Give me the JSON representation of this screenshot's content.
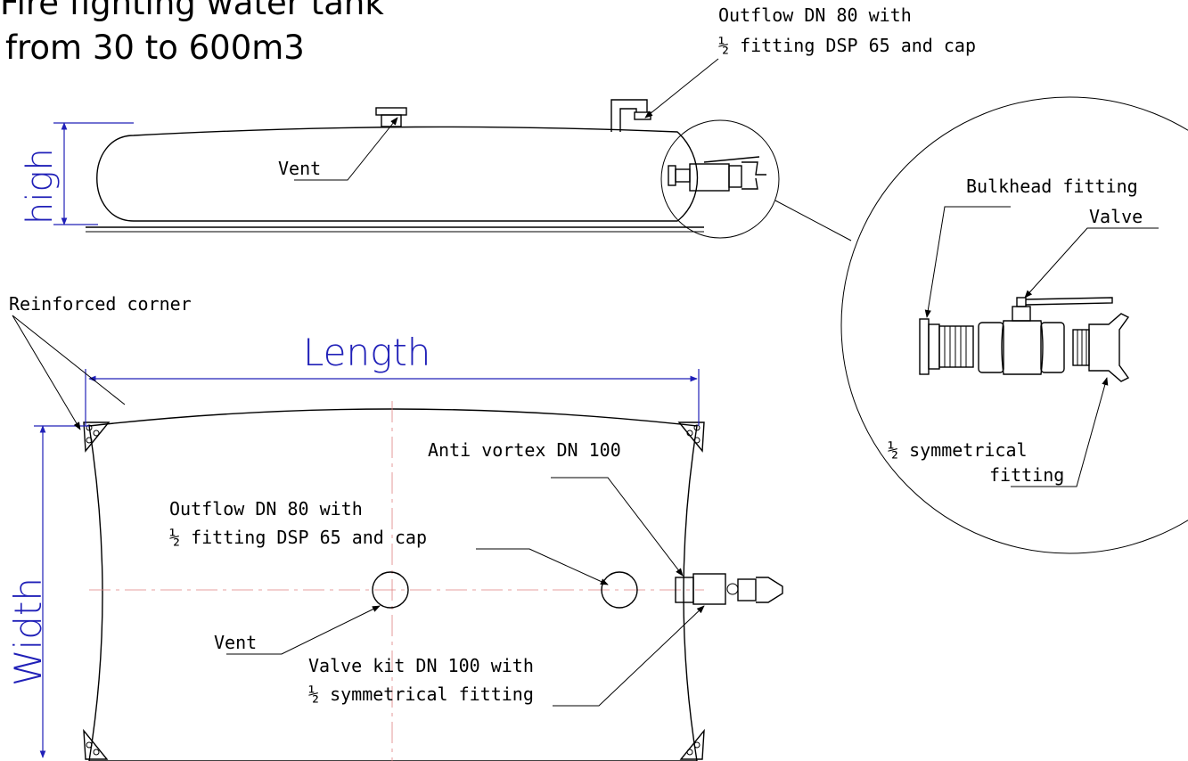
{
  "title": {
    "line1": "Fire fighting water tank",
    "line2": "from 30 to 600m3"
  },
  "side_view": {
    "outflow_label": {
      "line1": "Outflow DN 80 with",
      "line2": "½ fitting DSP 65 and cap"
    },
    "vent_label": "Vent",
    "height_dim_label": "high"
  },
  "detail": {
    "bulkhead_label": "Bulkhead fitting",
    "valve_label": "Valve",
    "sym_fitting_label": {
      "line1": "½ symmetrical",
      "line2": "fitting"
    }
  },
  "top_view": {
    "reinforced_corner_label": "Reinforced corner",
    "length_dim_label": "Length",
    "width_dim_label": "Width",
    "anti_vortex_label": "Anti vortex DN 100",
    "outflow_label": {
      "line1": "Outflow DN 80 with",
      "line2": "½ fitting DSP 65 and cap"
    },
    "vent_label": "Vent",
    "valve_kit_label": {
      "line1": "Valve kit DN 100 with",
      "line2": "½ symmetrical fitting"
    }
  },
  "colors": {
    "line": "#000000",
    "dimension": "#2020b8",
    "centerline": "#e08080"
  }
}
